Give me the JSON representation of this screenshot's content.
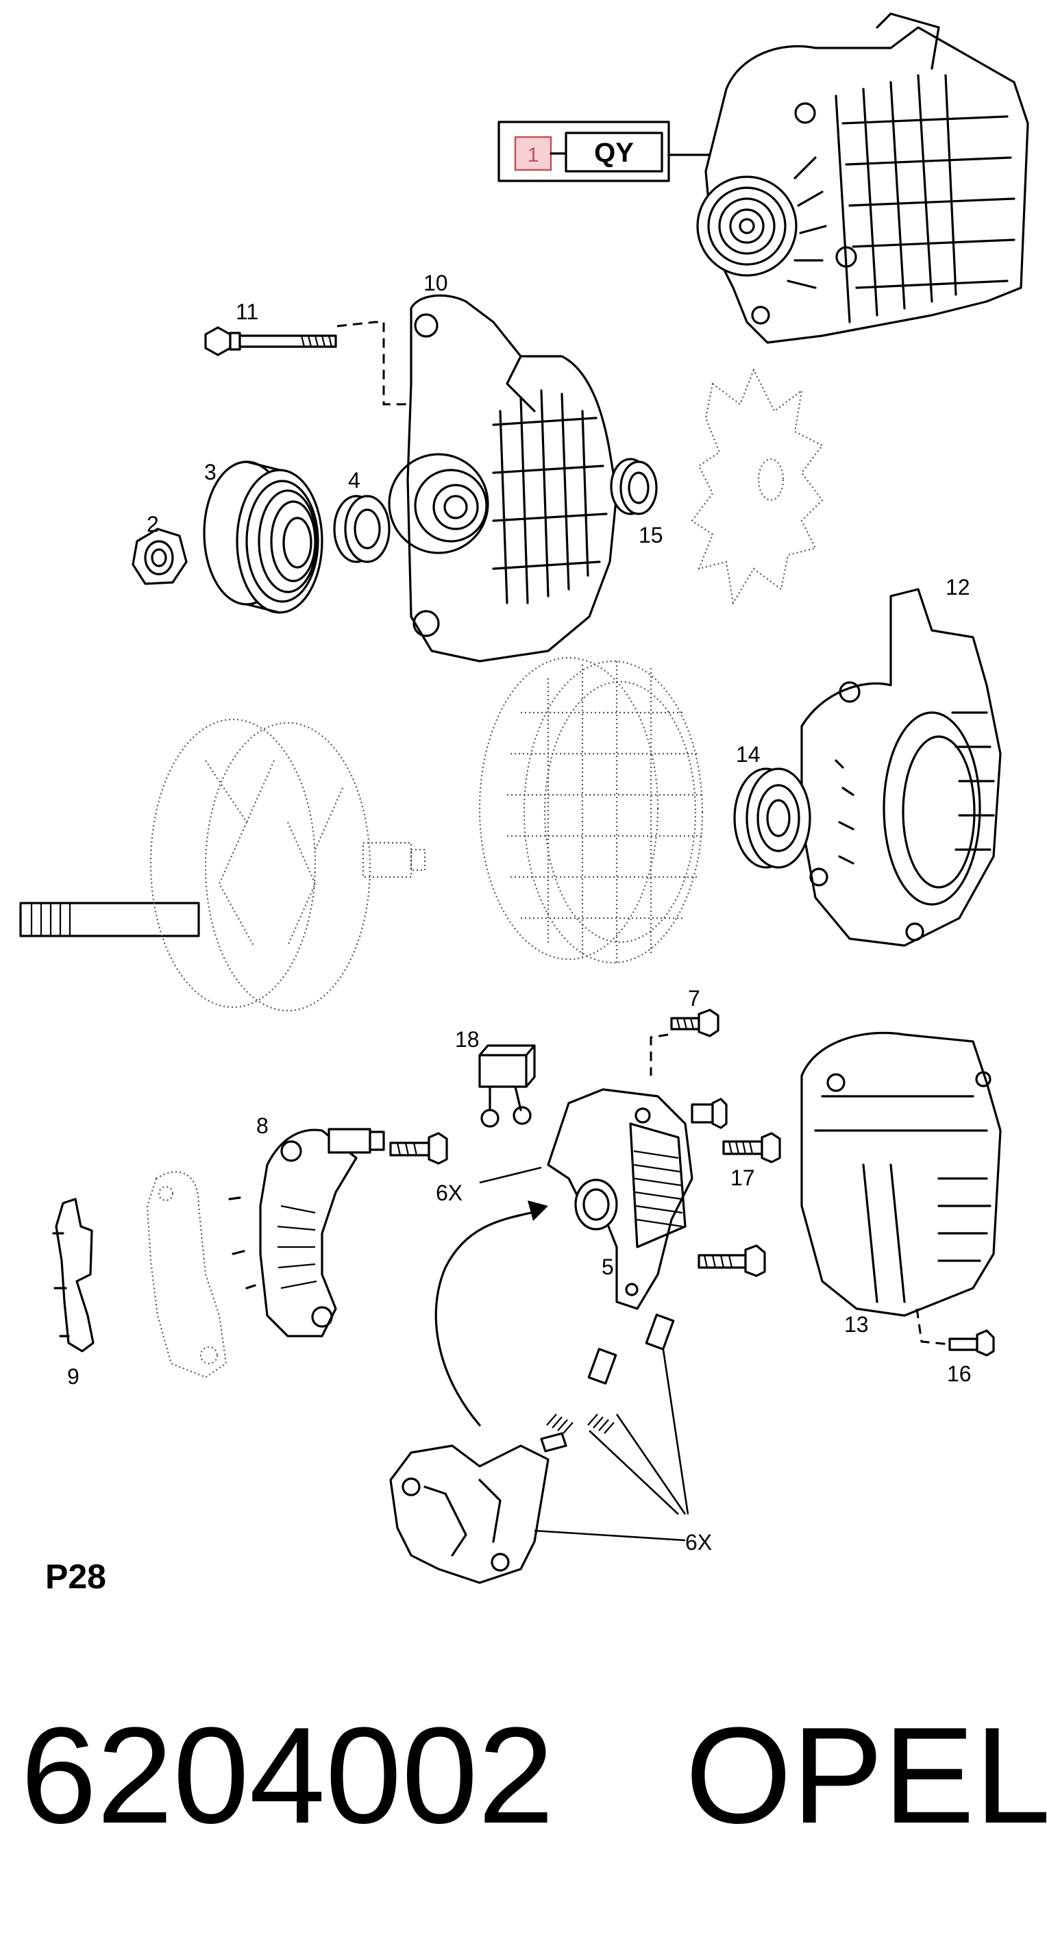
{
  "reference_box": {
    "number": "1",
    "code": "QY"
  },
  "callouts": {
    "c1": "1",
    "c2": "2",
    "c3": "3",
    "c4": "4",
    "c5": "5",
    "c6x_a": "6X",
    "c6x_b": "6X",
    "c7": "7",
    "c8": "8",
    "c9": "9",
    "c10": "10",
    "c11": "11",
    "c12": "12",
    "c13": "13",
    "c14": "14",
    "c15": "15",
    "c16": "16",
    "c17": "17",
    "c18": "18"
  },
  "page_ref": "P28",
  "part_number": "6204002",
  "brand": "OPEL",
  "colors": {
    "line": "#000000",
    "ref_box_fill": "#f6d0d4",
    "ref_box_border": "#c0505a",
    "background": "#ffffff"
  }
}
